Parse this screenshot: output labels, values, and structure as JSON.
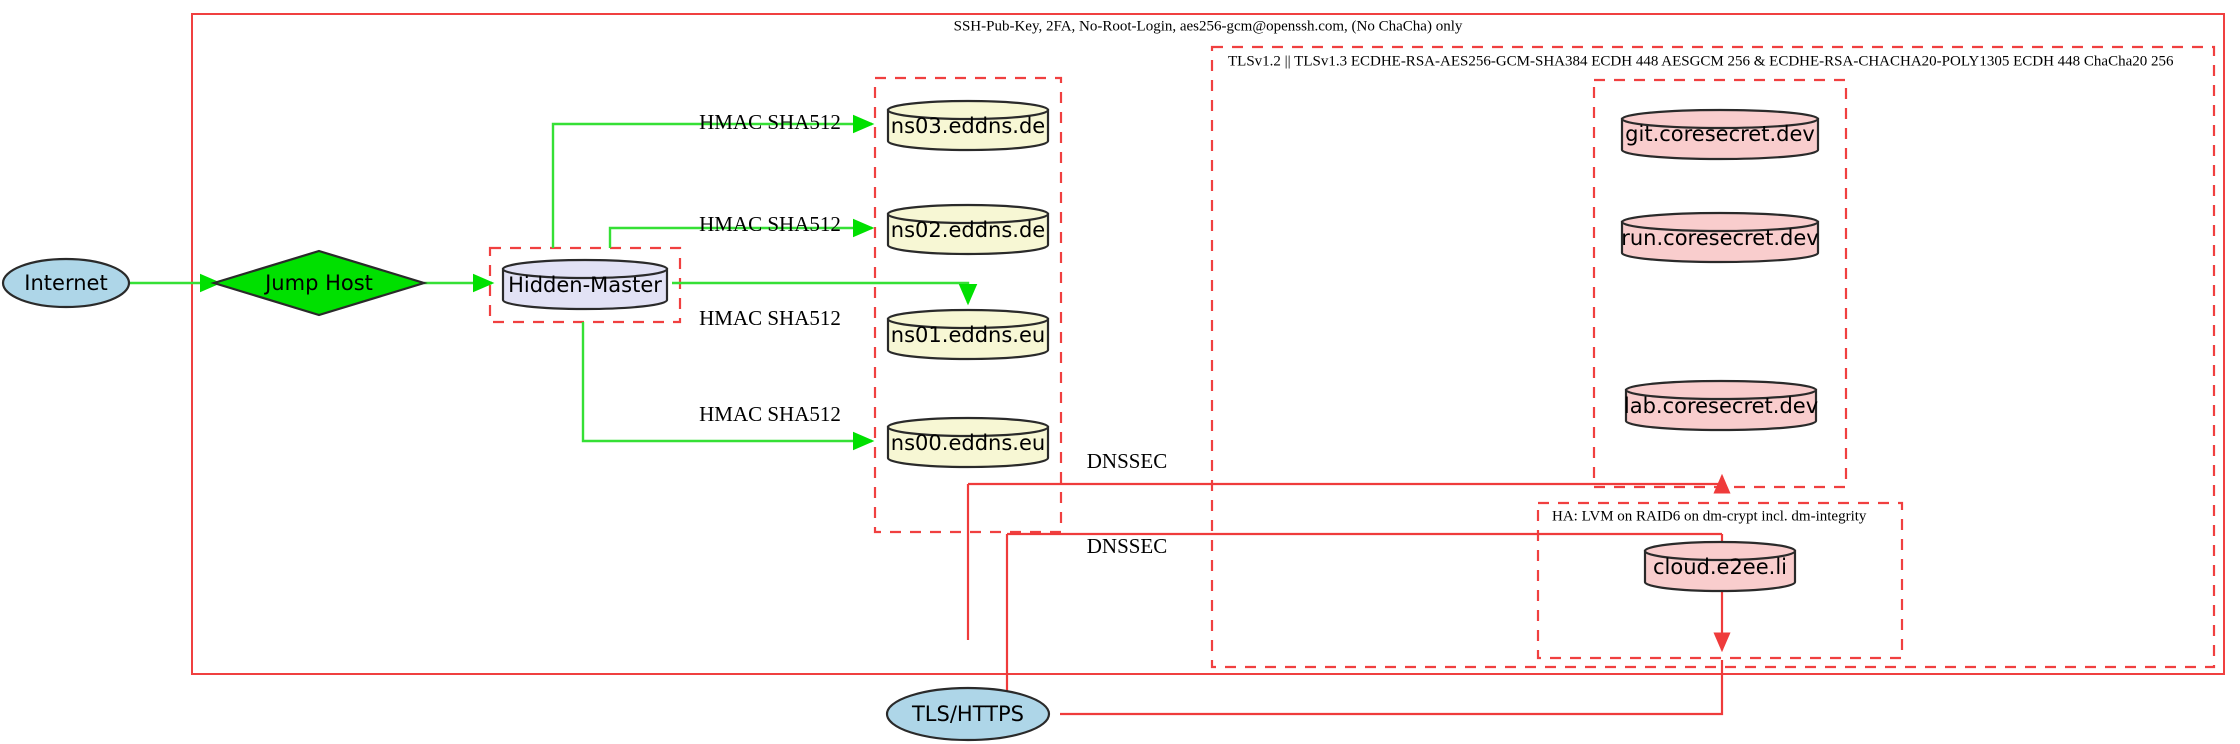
{
  "diagram": {
    "title_label": "SSH-Pub-Key, 2FA, No-Root-Login, aes256-gcm@openssh.com, (No ChaCha) only",
    "tls_cluster_label": "TLSv1.2 || TLSv1.3 ECDHE-RSA-AES256-GCM-SHA384 ECDH 448 AESGCM 256 & ECDHE-RSA-CHACHA20-POLY1305 ECDH 448 ChaCha20 256",
    "ha_cluster_label": "HA: LVM on RAID6 on dm-crypt incl. dm-integrity"
  },
  "nodes": {
    "internet": {
      "label": "Internet",
      "shape": "ellipse",
      "color": "#aed6e8"
    },
    "jump_host": {
      "label": "Jump Host",
      "shape": "diamond",
      "color": "#00e000"
    },
    "hidden_master": {
      "label": "Hidden-Master",
      "shape": "cylinder",
      "color": "#e2e2f5"
    },
    "ns03": {
      "label": "ns03.eddns.de",
      "shape": "cylinder",
      "color": "#f7f7d4"
    },
    "ns02": {
      "label": "ns02.eddns.de",
      "shape": "cylinder",
      "color": "#f7f7d4"
    },
    "ns01": {
      "label": "ns01.eddns.eu",
      "shape": "cylinder",
      "color": "#f7f7d4"
    },
    "ns00": {
      "label": "ns00.eddns.eu",
      "shape": "cylinder",
      "color": "#f7f7d4"
    },
    "git": {
      "label": "git.coresecret.dev",
      "shape": "cylinder",
      "color": "#f9cdcd"
    },
    "run": {
      "label": "run.coresecret.dev",
      "shape": "cylinder",
      "color": "#f9cdcd"
    },
    "lab": {
      "label": "lab.coresecret.dev",
      "shape": "cylinder",
      "color": "#f9cdcd"
    },
    "cloud": {
      "label": "cloud.e2ee.li",
      "shape": "cylinder",
      "color": "#f9cdcd"
    },
    "tls_https": {
      "label": "TLS/HTTPS",
      "shape": "ellipse",
      "color": "#aed6e8"
    }
  },
  "edge_labels": {
    "hmac_ns03": "HMAC SHA512",
    "hmac_ns02": "HMAC SHA512",
    "hmac_ns01": "HMAC SHA512",
    "hmac_ns00": "HMAC SHA512",
    "dnssec_upper": "DNSSEC",
    "dnssec_lower": "DNSSEC"
  },
  "colors": {
    "dashed_boundary": "#f04040",
    "green_flow": "#35e035",
    "red_flow": "#ef3b3b",
    "node_stroke": "#2a2a2a"
  }
}
